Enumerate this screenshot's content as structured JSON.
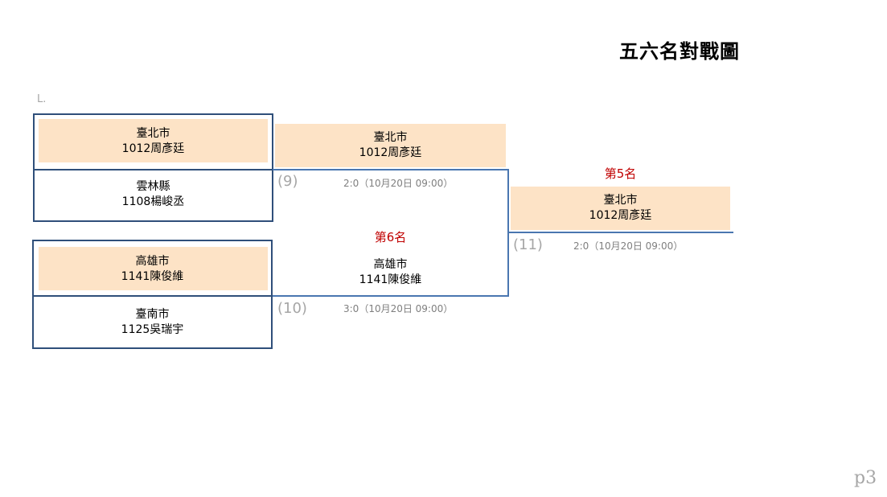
{
  "title": "五六名對戰圖",
  "corner_label": "L.",
  "round1": [
    {
      "city": "臺北市",
      "player": "1012周彥廷",
      "winner": true
    },
    {
      "city": "雲林縣",
      "player": "1108楊峻丞",
      "winner": false
    },
    {
      "city": "高雄市",
      "player": "1141陳俊維",
      "winner": true
    },
    {
      "city": "臺南市",
      "player": "1125吳瑞宇",
      "winner": false
    }
  ],
  "round2": [
    {
      "city": "臺北市",
      "player": "1012周彥廷",
      "winner": true
    },
    {
      "city": "高雄市",
      "player": "1141陳俊維",
      "winner": false
    }
  ],
  "final": {
    "city": "臺北市",
    "player": "1012周彥廷"
  },
  "matches": {
    "m9": {
      "number": "(9)",
      "score": "2:0（10月20日 09:00）"
    },
    "m10": {
      "number": "(10)",
      "score": "3:0（10月20日 09:00）"
    },
    "m11": {
      "number": "(11)",
      "score": "2:0（10月20日 09:00）"
    }
  },
  "ranks": {
    "fifth": "第5名",
    "sixth": "第6名"
  },
  "page_number": "p3",
  "colors": {
    "winner_fill": "#fde3c6",
    "border": "#2f4f7a",
    "line": "#4a76b0",
    "rank_text": "#c00000"
  }
}
